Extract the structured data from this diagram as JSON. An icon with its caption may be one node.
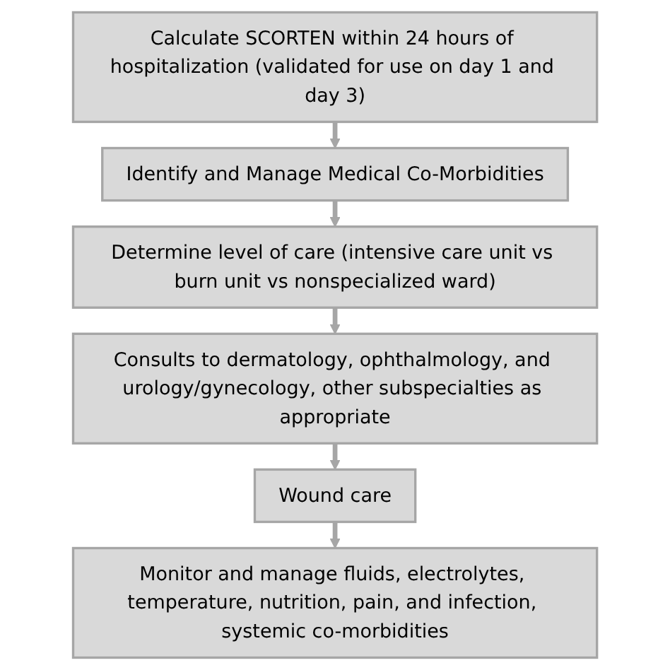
{
  "diagram": {
    "nodes": [
      {
        "text": [
          "Calculate SCORTEN within 24 hours of hospitalization (validated for use on day 1 and day 3)"
        ]
      },
      {
        "text": [
          "Identify and Manage Medical Co-Morbidities"
        ]
      },
      {
        "text": [
          "Determine level of care (intensive care unit vs burn unit vs nonspecialized ward)"
        ]
      },
      {
        "text": [
          "Consults to dermatology, ophthalmology, and urology/gynecology, other subspecialties as appropriate"
        ]
      },
      {
        "text": [
          "Wound care"
        ]
      },
      {
        "text": [
          "Monitor and manage fluids, electrolytes, temperature, nutrition, pain, and infection, systemic co-morbidities"
        ]
      }
    ],
    "edges": [
      {
        "from": 0,
        "to": 1,
        "arrow": "to"
      },
      {
        "from": 1,
        "to": 2,
        "arrow": "to"
      },
      {
        "from": 2,
        "to": 3,
        "arrow": "to"
      },
      {
        "from": 3,
        "to": 4,
        "arrow": "to"
      },
      {
        "from": 4,
        "to": 5,
        "arrow": "to"
      }
    ]
  }
}
